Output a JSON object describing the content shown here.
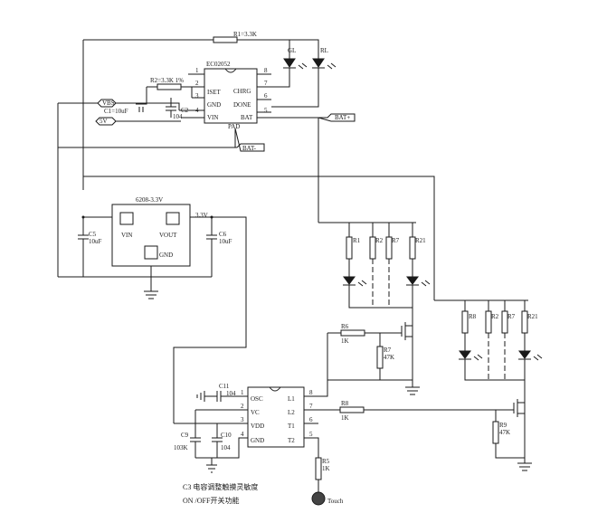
{
  "charger": {
    "title": "EC02052",
    "pins_left": [
      "1",
      "2",
      "3",
      "4"
    ],
    "pins_right": [
      "8",
      "7",
      "6",
      "5"
    ],
    "labels_left": [
      "",
      "",
      "ISET",
      "GND",
      "VIN"
    ],
    "labels_right": [
      "CHRG",
      "DONE",
      "BAT"
    ],
    "pad": "PAD"
  },
  "ldo": {
    "title": "6208-3.3V",
    "vin": "VIN",
    "vout": "VOUT",
    "gnd": "GND",
    "out_label": "3.3V"
  },
  "touch_ic": {
    "pins_left": [
      "1",
      "2",
      "3",
      "4"
    ],
    "pins_right": [
      "8",
      "7",
      "6",
      "5"
    ],
    "labels_left": [
      "OSC",
      "VC",
      "VDD",
      "GND"
    ],
    "labels_right": [
      "L1",
      "L2",
      "T1",
      "T2"
    ]
  },
  "nets": {
    "vbus": "VBS",
    "v5": "5V",
    "bat_plus": "BAT+",
    "bat_minus": "BAT-"
  },
  "parts": {
    "r1": "R1=3.3K",
    "r2": "R2=3.3K 1%",
    "c1": "C1=10uF",
    "c2": "C2",
    "c2v": "104",
    "gl": "GL",
    "rl": "RL",
    "c5": "C5",
    "c5v": "10uF",
    "c6": "C6",
    "c6v": "10uF",
    "r1b": "R1",
    "r2b": "R2",
    "r7b": "R7",
    "r21": "R21",
    "r8": "R8",
    "r2c": "R2",
    "r7c": "R7",
    "r21c": "R21",
    "r6": "R6",
    "r6v": "1K",
    "r7": "R7",
    "r7v": "47K",
    "r8b": "R8",
    "r8v": "1K",
    "r9": "R9",
    "r9v": "47K",
    "c11": "C11",
    "c11v": "104",
    "c9": "C9",
    "c9v": "103K",
    "c10": "C10",
    "c10v": "104",
    "r5": "R5",
    "r5v": "1K",
    "touch": "Touch"
  },
  "notes": [
    "C3 电容调整触摸灵敏度",
    "ON /OFF开关功能"
  ]
}
